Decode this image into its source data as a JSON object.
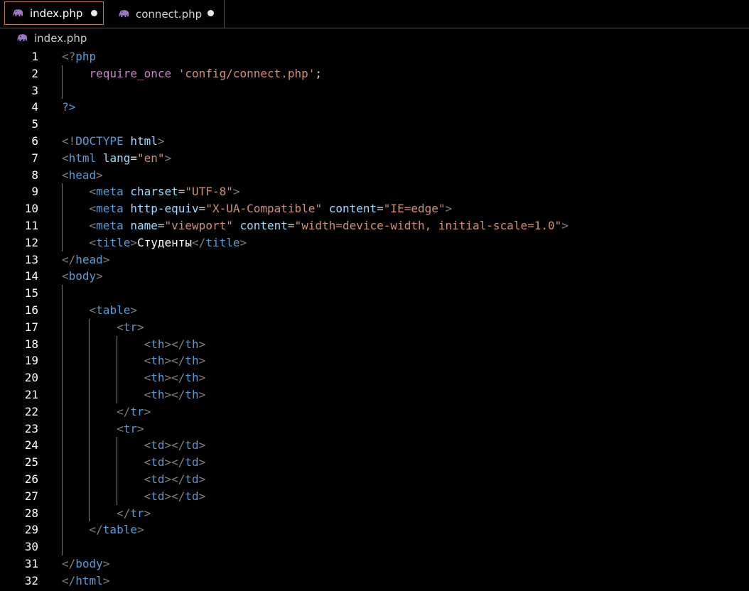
{
  "tabs": [
    {
      "label": "index.php",
      "active": true,
      "unsaved": true
    },
    {
      "label": "connect.php",
      "active": false,
      "unsaved": true
    }
  ],
  "breadcrumb": {
    "icon": "php-elephant-icon",
    "label": "index.php"
  },
  "colors": {
    "background": "#000000",
    "tag_bracket": "#808080",
    "tag_name": "#569cd6",
    "attribute": "#9cdcfe",
    "string": "#ce9178",
    "keyword": "#c586c0",
    "text": "#d4d4d4",
    "line_number": "#ffffff",
    "active_tab_border": "#c07a3a",
    "php_icon": "#a074c4"
  },
  "editor": {
    "lines": [
      {
        "n": "1",
        "tokens": [
          [
            "<?",
            "tb"
          ],
          [
            "php",
            "tn"
          ]
        ]
      },
      {
        "n": "2",
        "tokens": [
          [
            "    ",
            "tx"
          ],
          [
            "require_once",
            "kw"
          ],
          [
            " ",
            "tx"
          ],
          [
            "'config/connect.php'",
            "st"
          ],
          [
            ";",
            "tx"
          ]
        ]
      },
      {
        "n": "3",
        "tokens": []
      },
      {
        "n": "4",
        "tokens": [
          [
            "?>",
            "tn"
          ]
        ]
      },
      {
        "n": "5",
        "tokens": []
      },
      {
        "n": "6",
        "tokens": [
          [
            "<!",
            "tb"
          ],
          [
            "DOCTYPE",
            "tn"
          ],
          [
            " ",
            "tx"
          ],
          [
            "html",
            "at"
          ],
          [
            ">",
            "tb"
          ]
        ]
      },
      {
        "n": "7",
        "tokens": [
          [
            "<",
            "tb"
          ],
          [
            "html",
            "tn"
          ],
          [
            " ",
            "tx"
          ],
          [
            "lang",
            "at"
          ],
          [
            "=",
            "tx"
          ],
          [
            "\"en\"",
            "st"
          ],
          [
            ">",
            "tb"
          ]
        ]
      },
      {
        "n": "8",
        "tokens": [
          [
            "<",
            "tb"
          ],
          [
            "head",
            "tn"
          ],
          [
            ">",
            "tb"
          ]
        ]
      },
      {
        "n": "9",
        "tokens": [
          [
            "    ",
            "tx"
          ],
          [
            "<",
            "tb"
          ],
          [
            "meta",
            "tn"
          ],
          [
            " ",
            "tx"
          ],
          [
            "charset",
            "at"
          ],
          [
            "=",
            "tx"
          ],
          [
            "\"UTF-8\"",
            "st"
          ],
          [
            ">",
            "tb"
          ]
        ]
      },
      {
        "n": "10",
        "tokens": [
          [
            "    ",
            "tx"
          ],
          [
            "<",
            "tb"
          ],
          [
            "meta",
            "tn"
          ],
          [
            " ",
            "tx"
          ],
          [
            "http-equiv",
            "at"
          ],
          [
            "=",
            "tx"
          ],
          [
            "\"X-UA-Compatible\"",
            "st"
          ],
          [
            " ",
            "tx"
          ],
          [
            "content",
            "at"
          ],
          [
            "=",
            "tx"
          ],
          [
            "\"IE=edge\"",
            "st"
          ],
          [
            ">",
            "tb"
          ]
        ]
      },
      {
        "n": "11",
        "tokens": [
          [
            "    ",
            "tx"
          ],
          [
            "<",
            "tb"
          ],
          [
            "meta",
            "tn"
          ],
          [
            " ",
            "tx"
          ],
          [
            "name",
            "at"
          ],
          [
            "=",
            "tx"
          ],
          [
            "\"viewport\"",
            "st"
          ],
          [
            " ",
            "tx"
          ],
          [
            "content",
            "at"
          ],
          [
            "=",
            "tx"
          ],
          [
            "\"width=device-width, initial-scale=1.0\"",
            "st"
          ],
          [
            ">",
            "tb"
          ]
        ]
      },
      {
        "n": "12",
        "tokens": [
          [
            "    ",
            "tx"
          ],
          [
            "<",
            "tb"
          ],
          [
            "title",
            "tn"
          ],
          [
            ">",
            "tb"
          ],
          [
            "Студенты",
            "tw"
          ],
          [
            "</",
            "tb"
          ],
          [
            "title",
            "tn"
          ],
          [
            ">",
            "tb"
          ]
        ]
      },
      {
        "n": "13",
        "tokens": [
          [
            "</",
            "tb"
          ],
          [
            "head",
            "tn"
          ],
          [
            ">",
            "tb"
          ]
        ]
      },
      {
        "n": "14",
        "tokens": [
          [
            "<",
            "tb"
          ],
          [
            "body",
            "tn"
          ],
          [
            ">",
            "tb"
          ]
        ]
      },
      {
        "n": "15",
        "tokens": []
      },
      {
        "n": "16",
        "tokens": [
          [
            "    ",
            "tx"
          ],
          [
            "<",
            "tb"
          ],
          [
            "table",
            "tn"
          ],
          [
            ">",
            "tb"
          ]
        ]
      },
      {
        "n": "17",
        "tokens": [
          [
            "        ",
            "tx"
          ],
          [
            "<",
            "tb"
          ],
          [
            "tr",
            "tn"
          ],
          [
            ">",
            "tb"
          ]
        ]
      },
      {
        "n": "18",
        "tokens": [
          [
            "            ",
            "tx"
          ],
          [
            "<",
            "tb"
          ],
          [
            "th",
            "tn"
          ],
          [
            "></",
            "tb"
          ],
          [
            "th",
            "tn"
          ],
          [
            ">",
            "tb"
          ]
        ]
      },
      {
        "n": "19",
        "tokens": [
          [
            "            ",
            "tx"
          ],
          [
            "<",
            "tb"
          ],
          [
            "th",
            "tn"
          ],
          [
            "></",
            "tb"
          ],
          [
            "th",
            "tn"
          ],
          [
            ">",
            "tb"
          ]
        ]
      },
      {
        "n": "20",
        "tokens": [
          [
            "            ",
            "tx"
          ],
          [
            "<",
            "tb"
          ],
          [
            "th",
            "tn"
          ],
          [
            "></",
            "tb"
          ],
          [
            "th",
            "tn"
          ],
          [
            ">",
            "tb"
          ]
        ]
      },
      {
        "n": "21",
        "tokens": [
          [
            "            ",
            "tx"
          ],
          [
            "<",
            "tb"
          ],
          [
            "th",
            "tn"
          ],
          [
            "></",
            "tb"
          ],
          [
            "th",
            "tn"
          ],
          [
            ">",
            "tb"
          ]
        ]
      },
      {
        "n": "22",
        "tokens": [
          [
            "        ",
            "tx"
          ],
          [
            "</",
            "tb"
          ],
          [
            "tr",
            "tn"
          ],
          [
            ">",
            "tb"
          ]
        ]
      },
      {
        "n": "23",
        "tokens": [
          [
            "        ",
            "tx"
          ],
          [
            "<",
            "tb"
          ],
          [
            "tr",
            "tn"
          ],
          [
            ">",
            "tb"
          ]
        ]
      },
      {
        "n": "24",
        "tokens": [
          [
            "            ",
            "tx"
          ],
          [
            "<",
            "tb"
          ],
          [
            "td",
            "tn"
          ],
          [
            "></",
            "tb"
          ],
          [
            "td",
            "tn"
          ],
          [
            ">",
            "tb"
          ]
        ]
      },
      {
        "n": "25",
        "tokens": [
          [
            "            ",
            "tx"
          ],
          [
            "<",
            "tb"
          ],
          [
            "td",
            "tn"
          ],
          [
            "></",
            "tb"
          ],
          [
            "td",
            "tn"
          ],
          [
            ">",
            "tb"
          ]
        ]
      },
      {
        "n": "26",
        "tokens": [
          [
            "            ",
            "tx"
          ],
          [
            "<",
            "tb"
          ],
          [
            "td",
            "tn"
          ],
          [
            "></",
            "tb"
          ],
          [
            "td",
            "tn"
          ],
          [
            ">",
            "tb"
          ]
        ]
      },
      {
        "n": "27",
        "tokens": [
          [
            "            ",
            "tx"
          ],
          [
            "<",
            "tb"
          ],
          [
            "td",
            "tn"
          ],
          [
            "></",
            "tb"
          ],
          [
            "td",
            "tn"
          ],
          [
            ">",
            "tb"
          ]
        ]
      },
      {
        "n": "28",
        "tokens": [
          [
            "        ",
            "tx"
          ],
          [
            "</",
            "tb"
          ],
          [
            "tr",
            "tn"
          ],
          [
            ">",
            "tb"
          ]
        ]
      },
      {
        "n": "29",
        "tokens": [
          [
            "    ",
            "tx"
          ],
          [
            "</",
            "tb"
          ],
          [
            "table",
            "tn"
          ],
          [
            ">",
            "tb"
          ]
        ]
      },
      {
        "n": "30",
        "tokens": []
      },
      {
        "n": "31",
        "tokens": [
          [
            "</",
            "tb"
          ],
          [
            "body",
            "tn"
          ],
          [
            ">",
            "tb"
          ]
        ]
      },
      {
        "n": "32",
        "tokens": [
          [
            "</",
            "tb"
          ],
          [
            "html",
            "tn"
          ],
          [
            ">",
            "tb"
          ]
        ]
      }
    ]
  }
}
